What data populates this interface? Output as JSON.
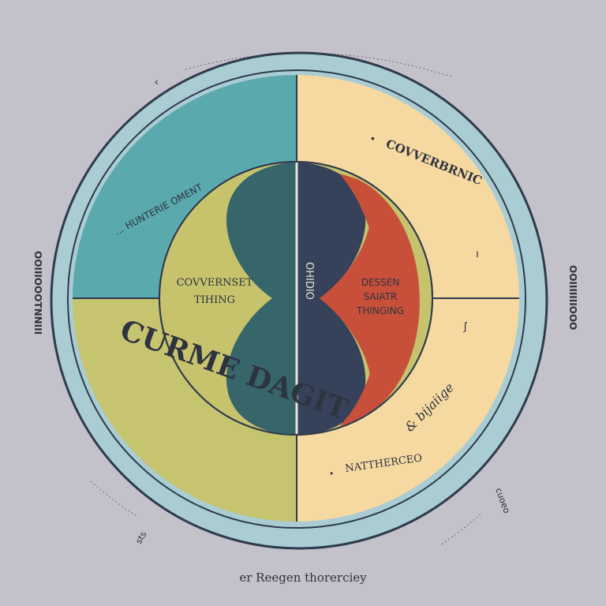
{
  "colors": {
    "background": "#c3c1c9",
    "ring_outer": "#a9cdd3",
    "ring_stroke": "#2f3b4e",
    "teal_quadrant": "#5aa9ac",
    "peach_half": "#f6d9a1",
    "olive_quadrant": "#c6c46e",
    "inner_olive": "#c7c36d",
    "dark_teal_lens": "#36666a",
    "navy_lens": "#36425a",
    "red_lens": "#c8503a",
    "text_dark": "#2e3340"
  },
  "labels": {
    "teal_quadrant_text": "... HUNTERIE OMENT",
    "peach_top_text": "COVVERBRNIC",
    "big_quadrant_text": "CURME DAGIT",
    "inner_left_line1": "COVVERNSET",
    "inner_left_line2": "TIHING",
    "inner_right_line1": "DESSEN",
    "inner_right_line2": "SAIATR",
    "inner_right_line3": "THINGING",
    "center_vertical_text": "OHIDIO",
    "lower_right_text": "NATTHERCEO",
    "scribble_text": "& bijaiige",
    "left_side_text": "OOIIIOOOTNNIII",
    "right_side_text": "OOIIIIIIIOOO",
    "bottom_right_small": "cuoeo",
    "bottom_left_small": "sts",
    "footer_text": "er Reegen thorerciey"
  }
}
